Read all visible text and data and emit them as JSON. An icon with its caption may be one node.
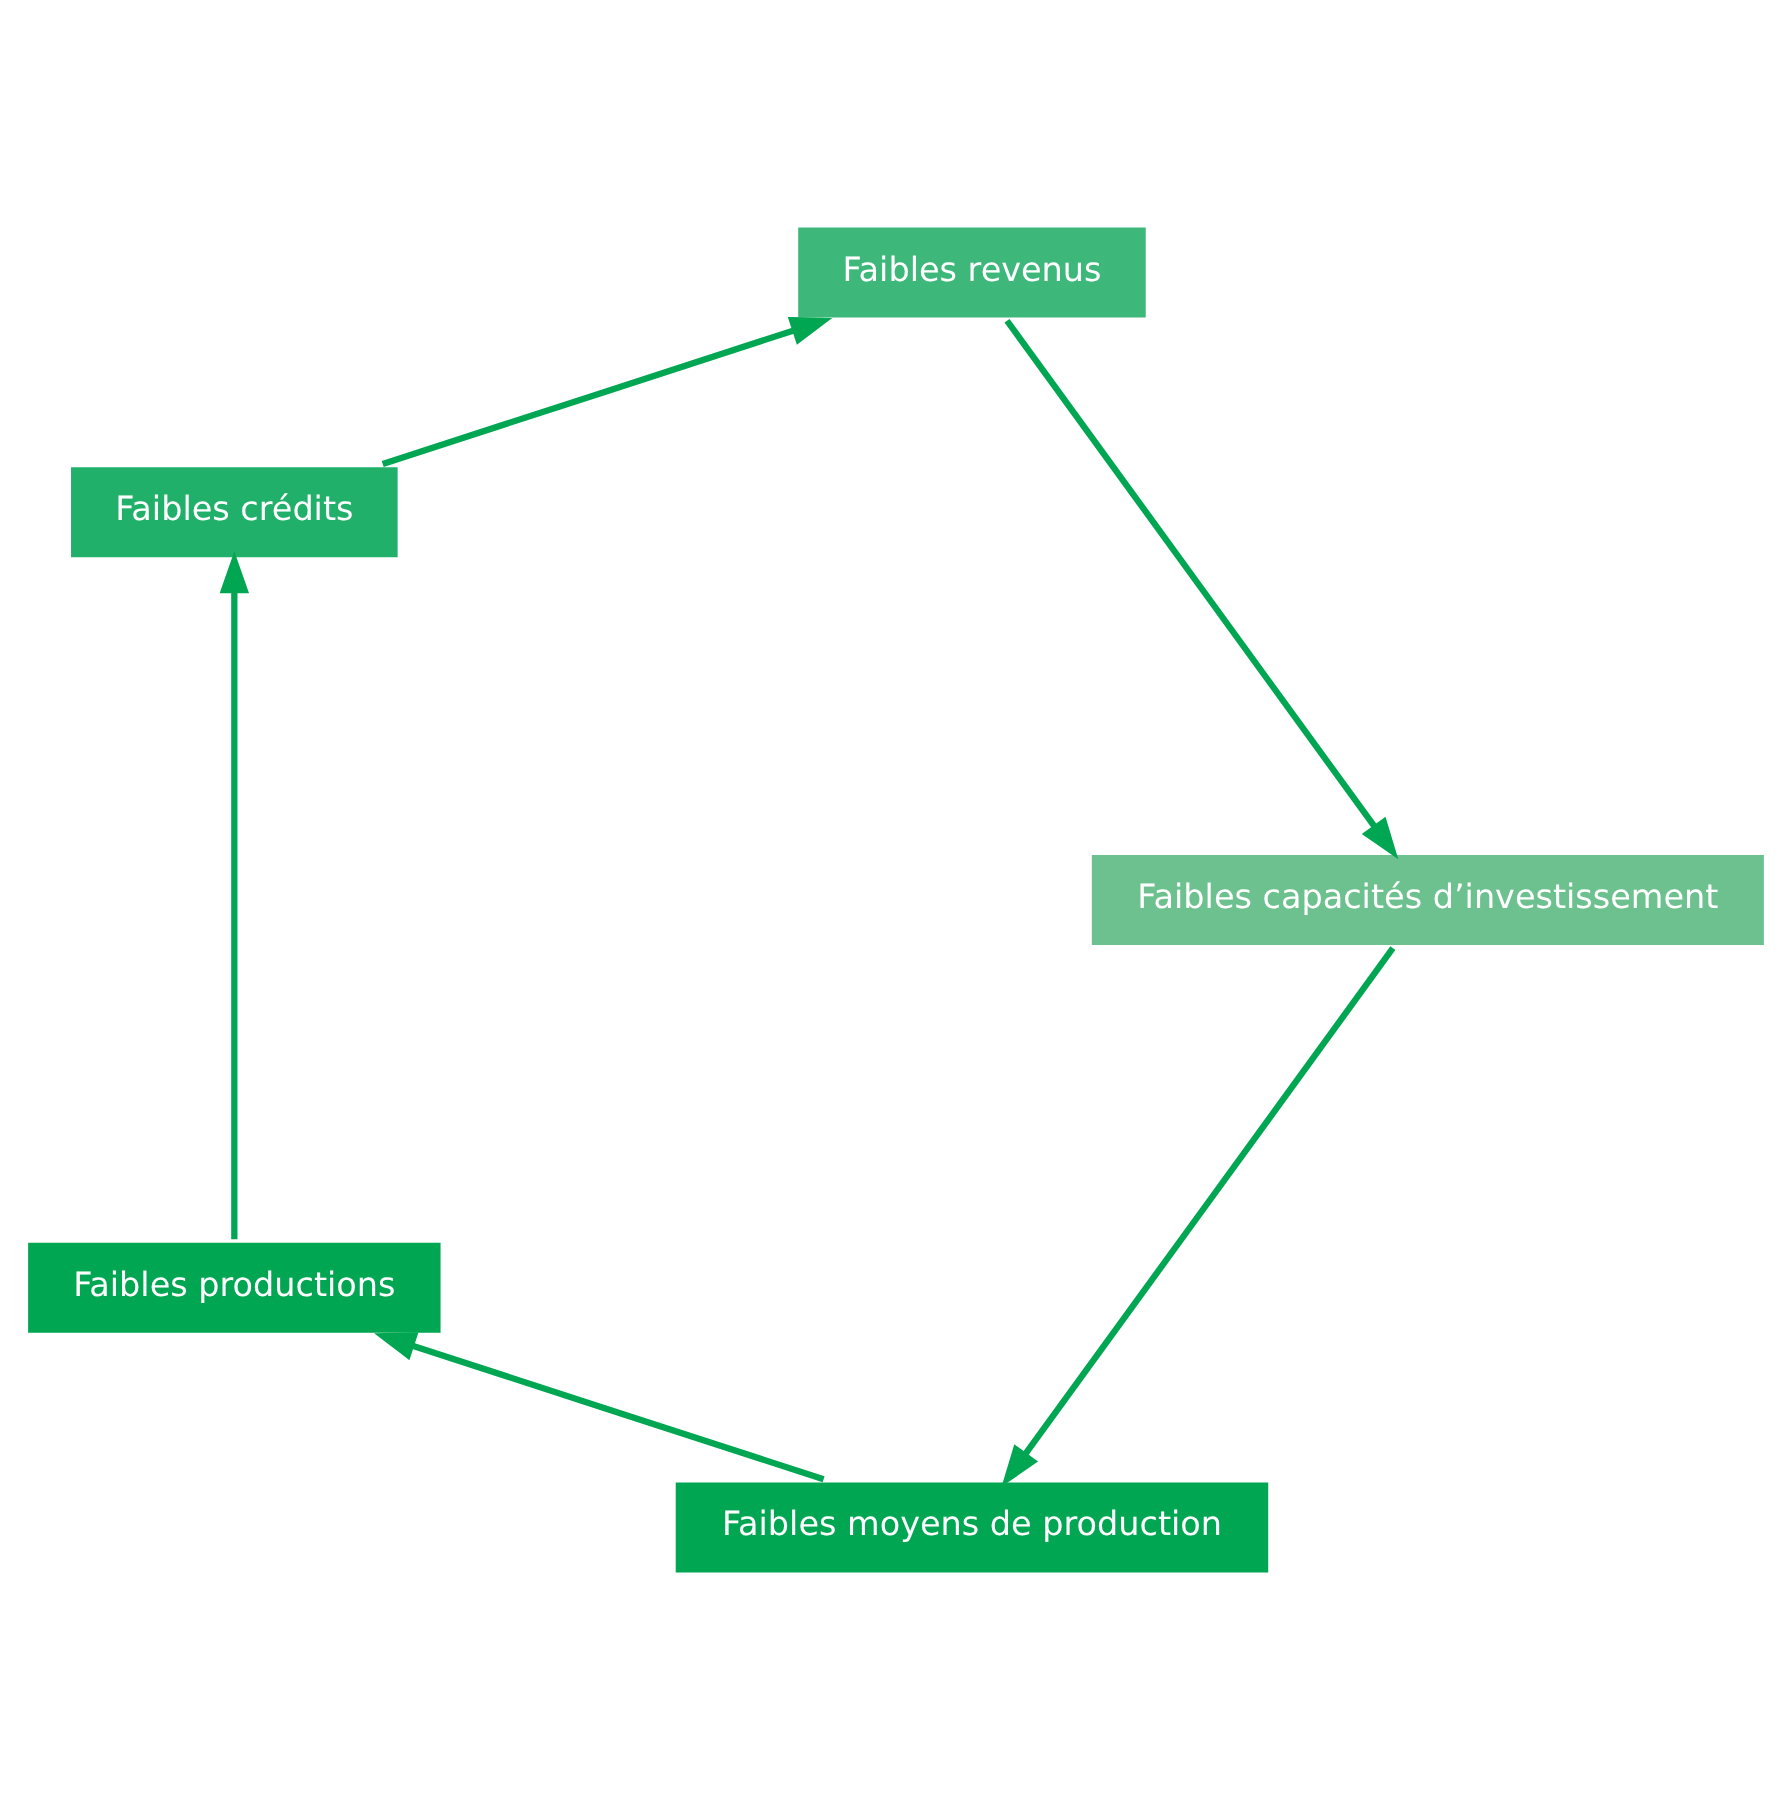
{
  "diagram": {
    "nodes": [
      {
        "text": [
          "Faibles moyens de production"
        ]
      },
      {
        "text": [
          "Faibles productions"
        ]
      },
      {
        "text": [
          "Faibles crédits"
        ]
      },
      {
        "text": [
          "Faibles revenus"
        ]
      },
      {
        "text": [
          "Faibles capacités d’investissement"
        ]
      }
    ],
    "edges": [
      {
        "from": 0,
        "to": 1,
        "arrow": "to"
      },
      {
        "from": 1,
        "to": 2,
        "arrow": "to"
      },
      {
        "from": 2,
        "to": 3,
        "arrow": "to"
      },
      {
        "from": 3,
        "to": 4,
        "arrow": "to"
      },
      {
        "from": 4,
        "to": 0,
        "arrow": "to"
      }
    ]
  }
}
